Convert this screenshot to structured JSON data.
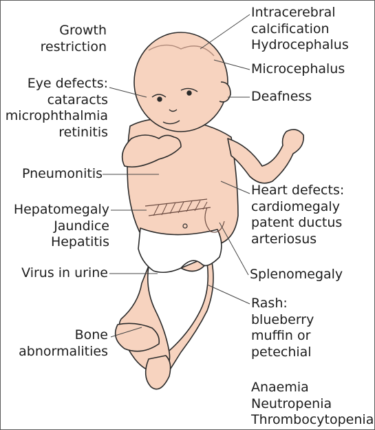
{
  "labels": {
    "growth": "Growth\nrestriction",
    "eye": "Eye defects:\ncataracts\nmicrophthalmia\nretinitis",
    "pneumonitis": "Pneumonitis",
    "liver": "Hepatomegaly\nJaundice\nHepatitis",
    "virus_urine": "Virus in urine",
    "bone": "Bone\nabnormalities",
    "intracerebral": "Intracerebral\ncalcification\nHydrocephalus",
    "microcephalus": "Microcephalus",
    "deafness": "Deafness",
    "heart": "Heart defects:\ncardiomegaly\npatent ductus\narteriosus",
    "spleen": "Splenomegaly",
    "rash": "Rash:\nblueberry\nmuffin or\npetechial",
    "blood": "Anaemia\nNeutropenia\nThrombocytopenia"
  },
  "colors": {
    "skin": "#f7d3bf",
    "skin_shadow": "#eab29a",
    "outline": "#2a2a2a",
    "leader": "#444444",
    "border": "#5a5a5a"
  }
}
